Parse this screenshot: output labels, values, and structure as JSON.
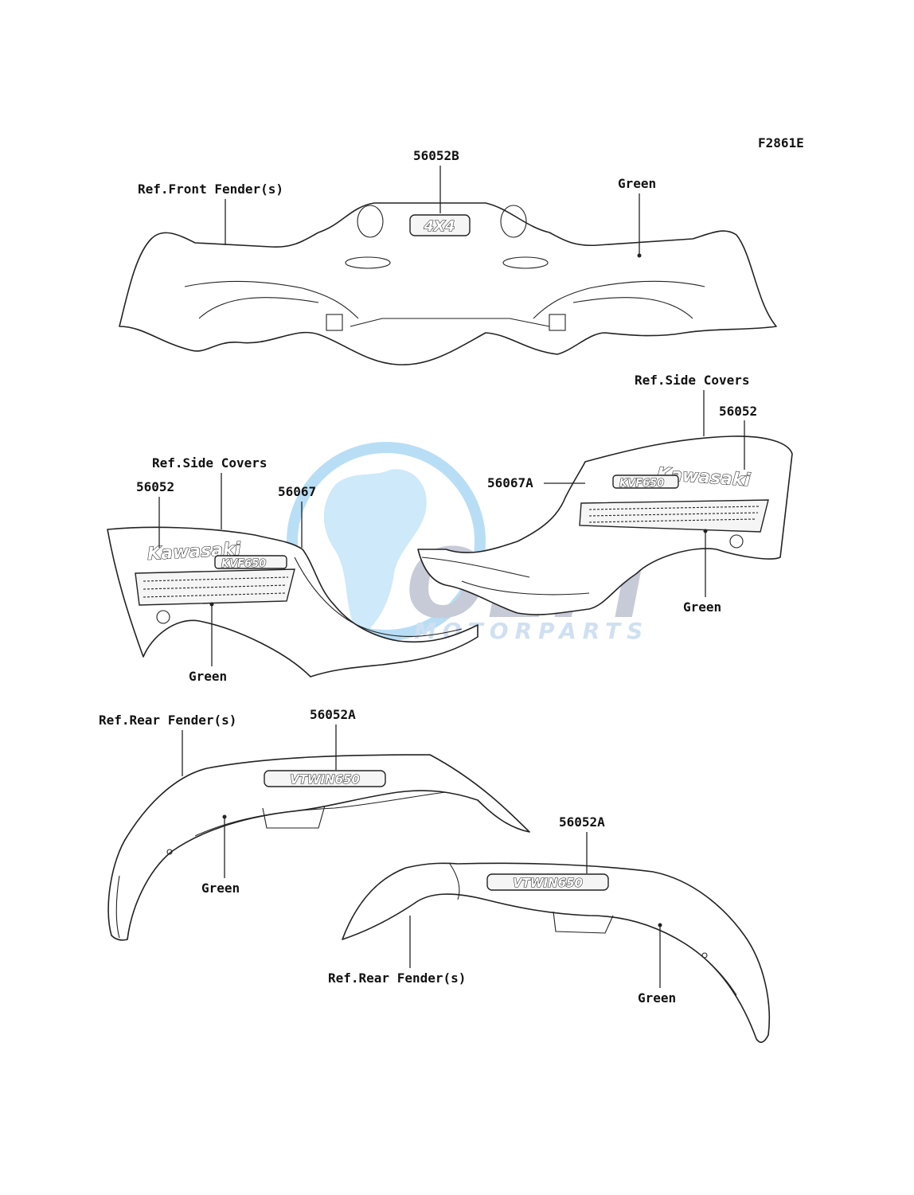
{
  "diagram_code": "F2861E",
  "labels": {
    "front_part": "56052B",
    "front_ref": "Ref.Front Fender(s)",
    "front_color": "Green",
    "right_ref": "Ref.Side Covers",
    "right_part": "56052",
    "right_part_a": "56067A",
    "right_color": "Green",
    "left_ref": "Ref.Side Covers",
    "left_part": "56052",
    "left_part_b": "56067",
    "left_color": "Green",
    "rear1_ref": "Ref.Rear Fender(s)",
    "rear1_part": "56052A",
    "rear1_color": "Green",
    "rear2_part": "56052A",
    "rear2_ref": "Ref.Rear Fender(s)",
    "rear2_color": "Green"
  },
  "decals": {
    "brand": "Kawasaki",
    "model": "KVF650",
    "drive": "4X4",
    "engine": "VTWIN650"
  },
  "watermark": {
    "main": "OEM",
    "sub": "MOTORPARTS",
    "color_main": "#9aa0b8",
    "color_sub": "#a8c8e8",
    "color_globe": "#7fc4ee"
  }
}
